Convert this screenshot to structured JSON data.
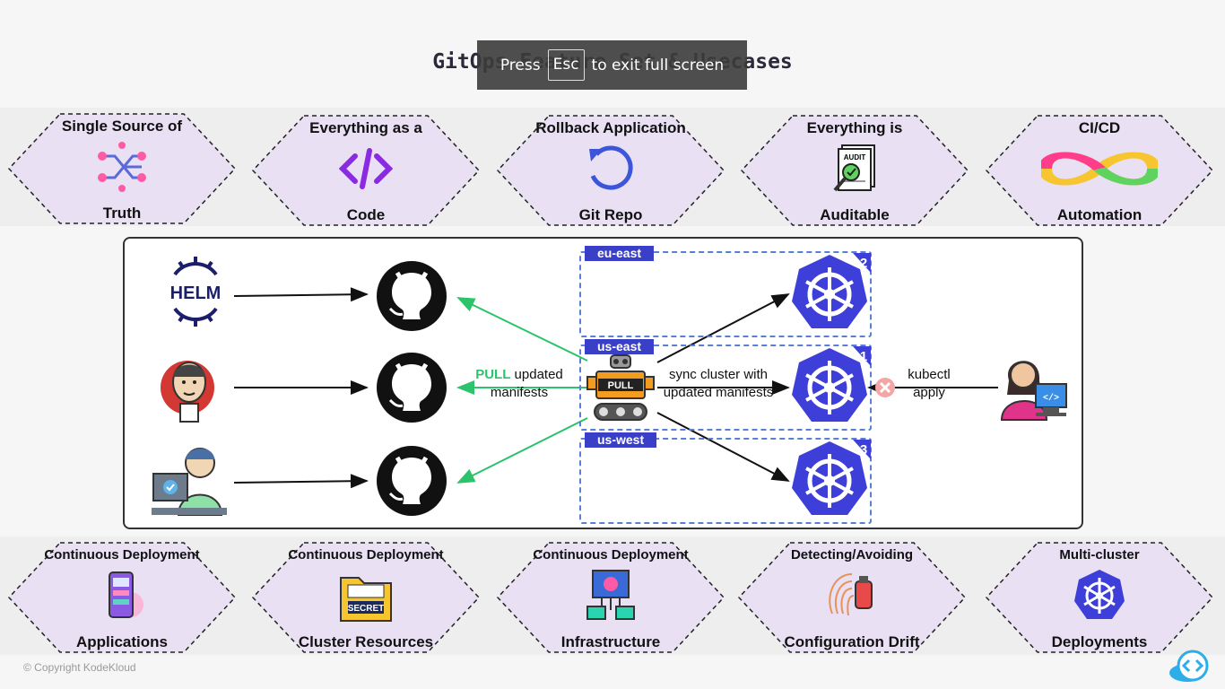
{
  "title": "GitOps Feature Set & Usecases",
  "fullscreen_notice": {
    "press": "Press",
    "key": "Esc",
    "rest": "to exit full screen"
  },
  "features_top": [
    {
      "top": "Single Source of",
      "bottom": "Truth",
      "icon": "branch-icon"
    },
    {
      "top": "Everything as a",
      "bottom": "Code",
      "icon": "code-icon"
    },
    {
      "top": "Rollback Application",
      "bottom": "Git Repo",
      "icon": "undo-icon"
    },
    {
      "top": "Everything is",
      "bottom": "Auditable",
      "icon": "audit-icon"
    },
    {
      "top": "CI/CD",
      "bottom": "Automation",
      "icon": "infinity-icon"
    }
  ],
  "features_bottom": [
    {
      "top": "Continuous Deployment",
      "bottom": "Applications",
      "icon": "mobile-app-icon"
    },
    {
      "top": "Continuous Deployment",
      "bottom": "Cluster Resources",
      "icon": "secret-folder-icon"
    },
    {
      "top": "Continuous Deployment",
      "bottom": "Infrastructure",
      "icon": "server-icon"
    },
    {
      "top": "Detecting/Avoiding",
      "bottom": "Configuration Drift",
      "icon": "fingerprint-icon"
    },
    {
      "top": "Multi-cluster",
      "bottom": "Deployments",
      "icon": "kubernetes-icon"
    }
  ],
  "diagram": {
    "sources": [
      "HELM",
      "jenkins",
      "developer"
    ],
    "pull_word": "PULL",
    "pull_rest": "updated",
    "pull_line2": "manifests",
    "robot_label": "PULL",
    "sync_line1": "sync cluster with",
    "sync_line2": "updated manifests",
    "kubectl_line1": "kubectl",
    "kubectl_line2": "apply",
    "regions": [
      {
        "name": "eu-east",
        "badge": "2"
      },
      {
        "name": "us-east",
        "badge": "1"
      },
      {
        "name": "us-west",
        "badge": "3"
      }
    ]
  },
  "copyright": "© Copyright KodeKloud",
  "colors": {
    "hex_fill": "#e9e0f4",
    "region_border": "#5a7fd6",
    "region_tag": "#3a3fc7",
    "k8s": "#3d3fd8",
    "pull_arrow": "#2bc46b"
  }
}
